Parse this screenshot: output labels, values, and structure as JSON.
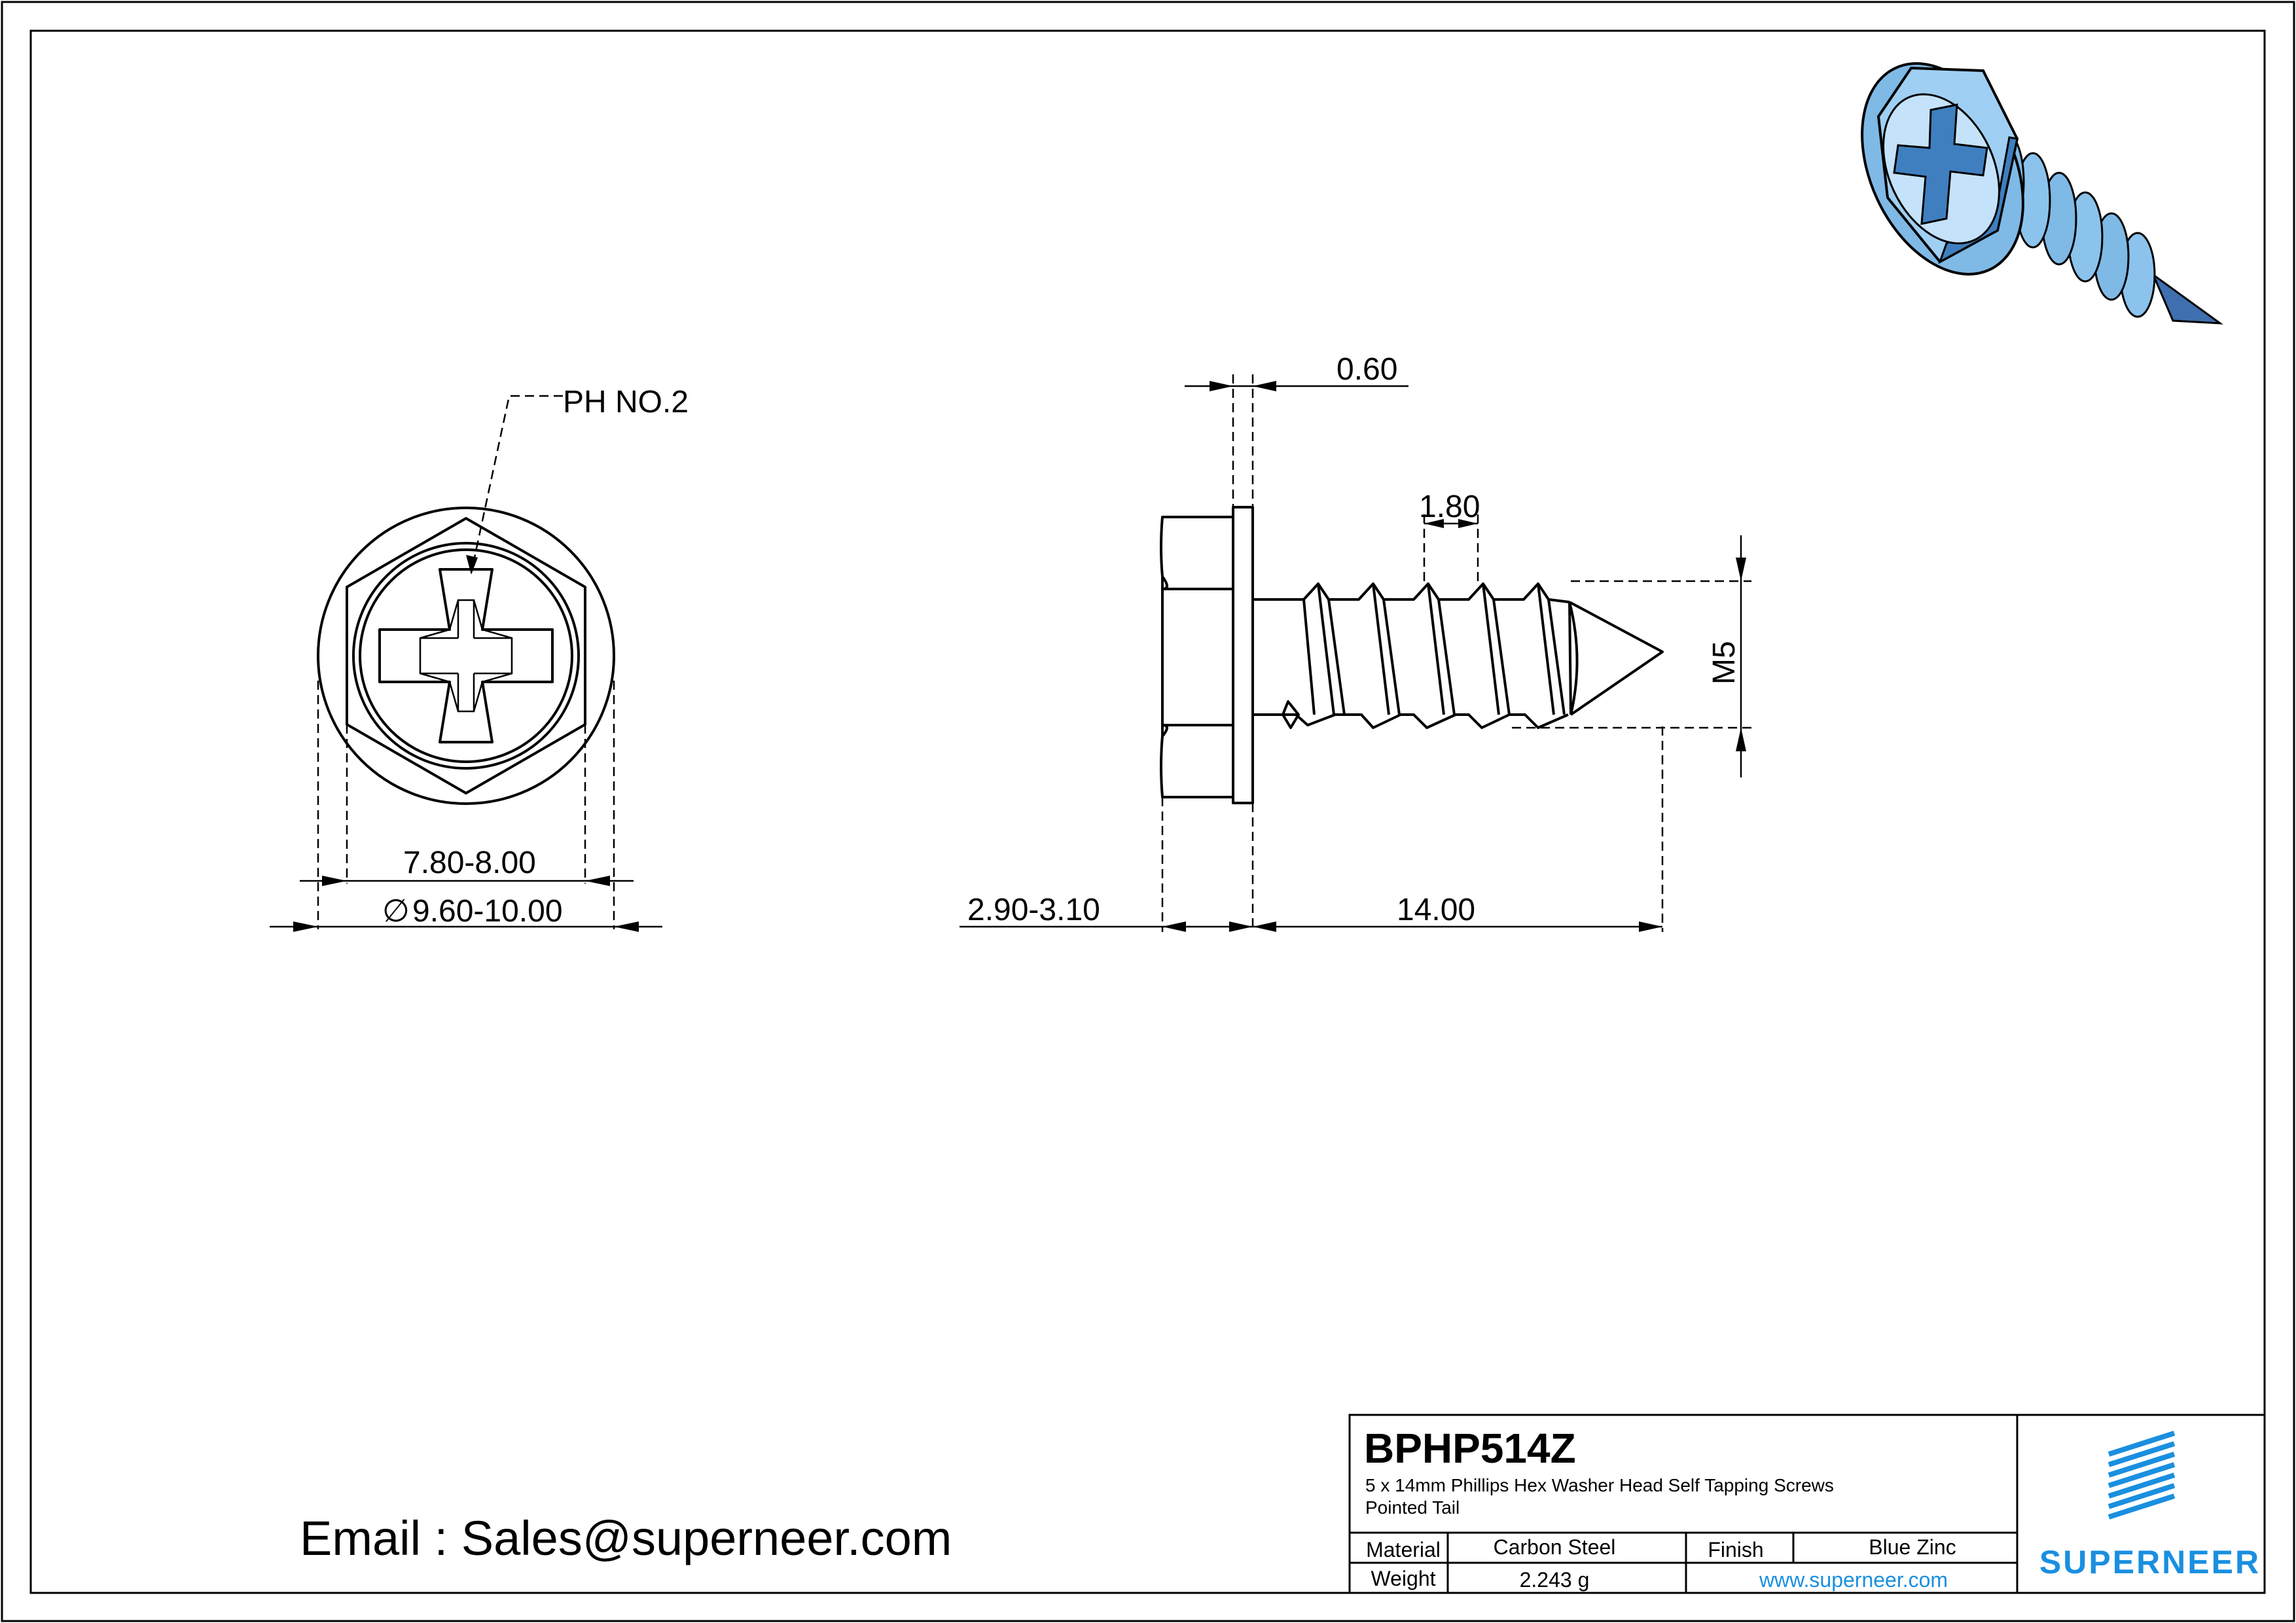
{
  "part_number": "BPHP514Z",
  "description_line1": "5 x 14mm Phillips Hex Washer Head Self Tapping Screws",
  "description_line2": "Pointed Tail",
  "material_label": "Material",
  "material_value": "Carbon Steel",
  "finish_label": "Finish",
  "finish_value": "Blue Zinc",
  "weight_label": "Weight",
  "weight_value": "2.243 g",
  "website": "www.superneer.com",
  "logo_text": "SUPERNEER",
  "email_line": "Email : Sales@superneer.com",
  "front_view": {
    "drive_label": "PH NO.2",
    "hex_width": "7.80-8.00",
    "washer_diameter_symbol": "∅",
    "washer_diameter": "9.60-10.00"
  },
  "side_view": {
    "washer_thickness": "0.60",
    "thread_pitch": "1.80",
    "thread_size": "M5",
    "head_height": "2.90-3.10",
    "length": "14.00"
  },
  "colors": {
    "logo_blue": "#1a8fe0",
    "screw_blue": "#7fb9e6",
    "screw_blue_dark": "#3f7fbf"
  }
}
